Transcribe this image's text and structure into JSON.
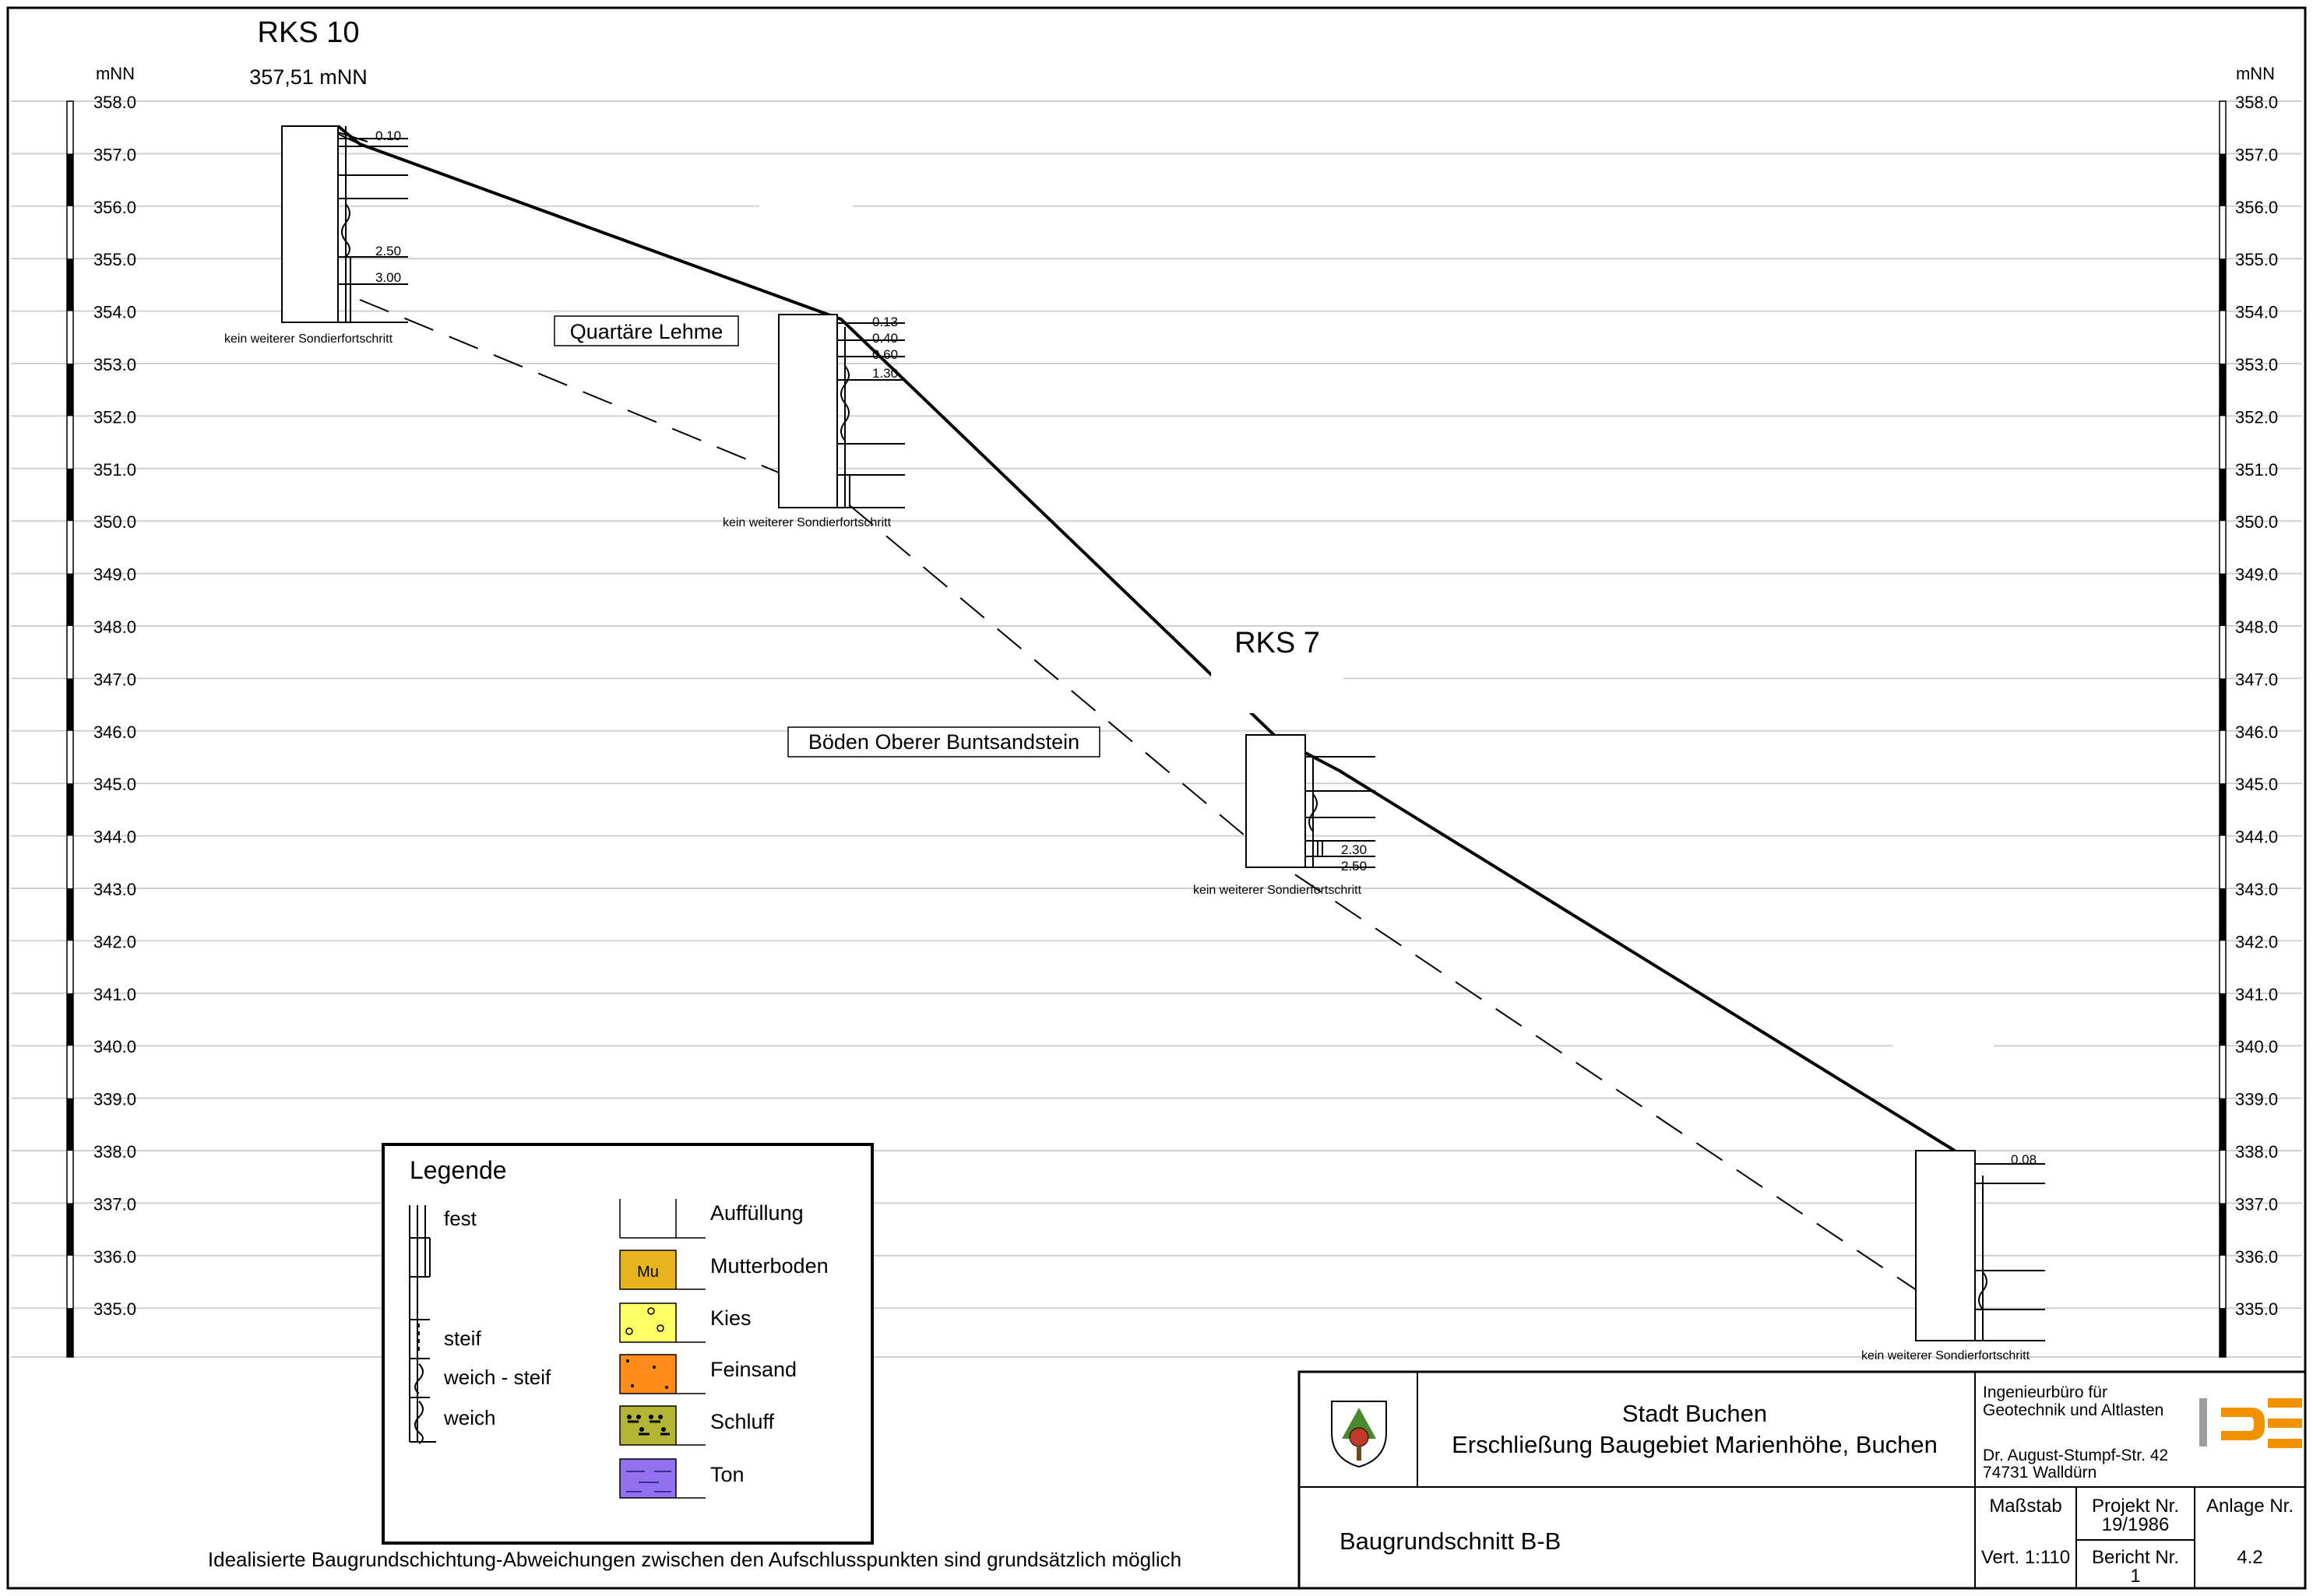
{
  "axis": {
    "unit_label": "mNN",
    "ticks": [
      "358.0",
      "357.0",
      "356.0",
      "355.0",
      "354.0",
      "353.0",
      "352.0",
      "351.0",
      "350.0",
      "349.0",
      "348.0",
      "347.0",
      "346.0",
      "345.0",
      "344.0",
      "343.0",
      "342.0",
      "341.0",
      "340.0",
      "339.0",
      "338.0",
      "337.0",
      "336.0",
      "335.0"
    ]
  },
  "boreholes": [
    {
      "name": "RKS 10",
      "elevation_label": "357,51 mNN",
      "depth_labels": [
        "0.10",
        "2.50",
        "3.00"
      ],
      "footer": "kein weiterer Sondierfortschritt"
    },
    {
      "name": "",
      "depth_labels": [
        "0.13",
        "0.40",
        "0.60",
        "1.30"
      ],
      "footer": "kein weiterer Sondierfortschritt"
    },
    {
      "name": "RKS 7",
      "depth_labels": [
        "2.30",
        "2.50"
      ],
      "footer": "kein weiterer Sondierfortschritt"
    },
    {
      "name": "",
      "depth_labels": [
        "0.08"
      ],
      "footer": "kein weiterer Sondierfortschritt"
    }
  ],
  "layers": {
    "upper": "Quartäre Lehme",
    "lower": "Böden Oberer Buntsandstein"
  },
  "legend": {
    "title": "Legende",
    "consistency": [
      "fest",
      "steif",
      "weich - steif",
      "weich"
    ],
    "soils": [
      {
        "label": "Auffüllung",
        "color": "#ffffff",
        "symbol": ""
      },
      {
        "label": "Mutterboden",
        "color": "#e6b41e",
        "symbol": "Mu"
      },
      {
        "label": "Kies",
        "color": "#ffff66",
        "symbol": ""
      },
      {
        "label": "Feinsand",
        "color": "#ff8c1a",
        "symbol": ""
      },
      {
        "label": "Schluff",
        "color": "#b5b535",
        "symbol": ""
      },
      {
        "label": "Ton",
        "color": "#9370f0",
        "symbol": ""
      }
    ]
  },
  "note": "Idealisierte Baugrundschichtung-Abweichungen zwischen den Aufschlusspunkten sind grundsätzlich möglich",
  "titleblock": {
    "client": "Stadt Buchen",
    "project": "Erschließung Baugebiet Marienhöhe, Buchen",
    "office_line1": "Ingenieurbüro für",
    "office_line2": "Geotechnik und Altlasten",
    "address_line1": "Dr. August-Stumpf-Str. 42",
    "address_line2": "74731 Walldürn",
    "drawing_title": "Baugrundschnitt B-B",
    "scale_label": "Maßstab",
    "scale_value": "Vert. 1:110",
    "project_no_label": "Projekt Nr.",
    "project_no_value": "19/1986",
    "report_no_label": "Bericht Nr.",
    "report_no_value": "1",
    "annex_label": "Anlage Nr.",
    "annex_value": "4.2",
    "logo_text": "ICE",
    "colors": {
      "logo_orange": "#f39200",
      "logo_gray": "#9d9d9c",
      "crest_red": "#c0392b",
      "crest_green": "#4a8a2a"
    }
  }
}
